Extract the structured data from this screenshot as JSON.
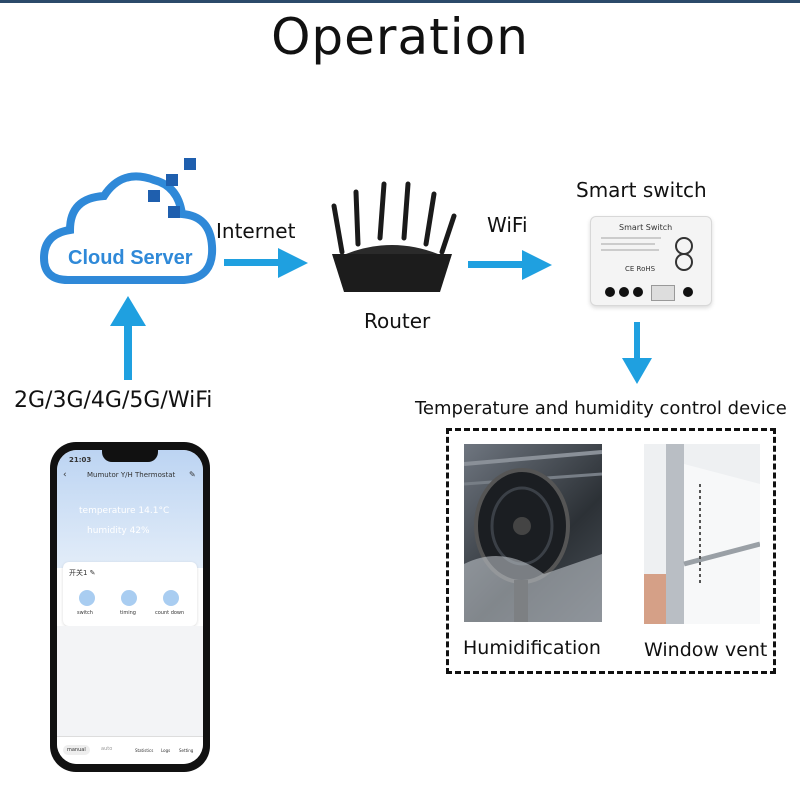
{
  "title": "Operation",
  "cloud": {
    "label": "Cloud Server"
  },
  "edges": {
    "internet": "Internet",
    "wifi": "WiFi",
    "mobile": "2G/3G/4G/5G/WiFi"
  },
  "router": {
    "label": "Router"
  },
  "smart_switch": {
    "label": "Smart switch",
    "device_text": "Smart Switch",
    "ce_text": "CE RoHS"
  },
  "control_device": {
    "label": "Temperature and humidity control device",
    "items": [
      {
        "label": "Humidification"
      },
      {
        "label": "Window vent"
      }
    ]
  },
  "phone": {
    "time": "21:03",
    "app_title": "Mumutor Y/H Thermostat",
    "temperature": "temperature 14.1°C",
    "humidity": "humidity 42%",
    "switch_group": "开关1 ✎",
    "buttons": [
      "switch",
      "timing",
      "count down"
    ],
    "nav": [
      "manual",
      "auto",
      "Statistics",
      "Logs",
      "Setting"
    ]
  },
  "colors": {
    "arrow": "#1fa0e0",
    "cloud": "#2f89d8",
    "pixel": "#1f5fae"
  }
}
